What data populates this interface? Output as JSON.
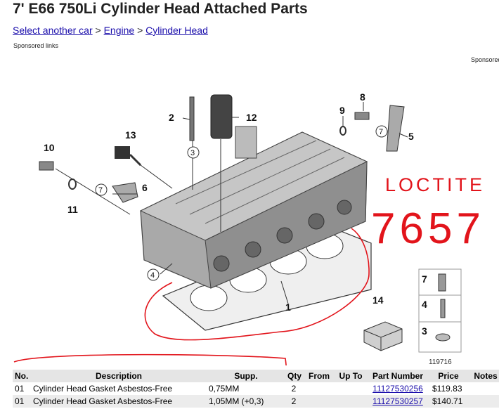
{
  "page": {
    "title": "7' E66 750Li Cylinder Head Attached Parts",
    "sponsored_left": "Sponsored links",
    "sponsored_right": "Sponsored links"
  },
  "breadcrumb": {
    "items": [
      "Select another car",
      "Engine",
      "Cylinder Head"
    ],
    "separator": ">"
  },
  "diagram": {
    "callouts": [
      "1",
      "2",
      "3",
      "4",
      "5",
      "6",
      "7",
      "8",
      "9",
      "10",
      "11",
      "12",
      "13",
      "14"
    ],
    "legend": {
      "items": [
        "7",
        "4",
        "3"
      ],
      "id": "119716"
    },
    "annotations": {
      "line1": "LOCTITE",
      "line2": "7657"
    },
    "colors": {
      "annotation": "#e2141b",
      "line": "#333333",
      "part": "#9a9a9a"
    }
  },
  "table": {
    "headers": [
      "No.",
      "Description",
      "Supp.",
      "Qty",
      "From",
      "Up To",
      "Part Number",
      "Price",
      "Notes"
    ],
    "rows": [
      {
        "no": "01",
        "description": "Cylinder Head Gasket Asbestos-Free",
        "supp": "0,75MM",
        "qty": "2",
        "from": "",
        "upto": "",
        "part_number": "11127530256",
        "price": "$119.83",
        "notes": ""
      },
      {
        "no": "01",
        "description": "Cylinder Head Gasket Asbestos-Free",
        "supp": "1,05MM (+0,3)",
        "qty": "2",
        "from": "",
        "upto": "",
        "part_number": "11127530257",
        "price": "$140.71",
        "notes": ""
      }
    ]
  }
}
